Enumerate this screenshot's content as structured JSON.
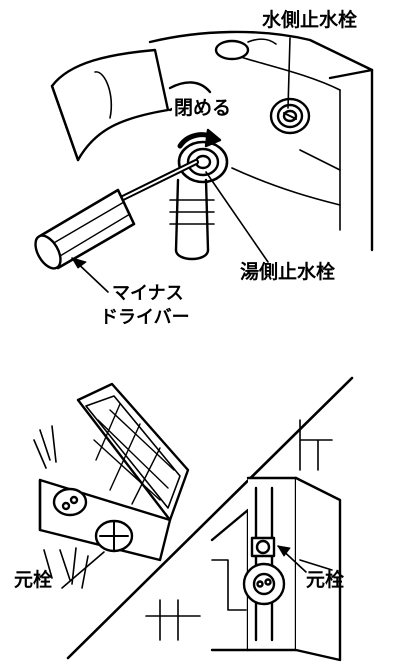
{
  "top_panel": {
    "label_water_valve": "水側止水栓",
    "label_close": "閉める",
    "label_hot_valve": "湯側止水栓",
    "label_screwdriver_line1": "マイナス",
    "label_screwdriver_line2": "ドライバー"
  },
  "bottom_panel": {
    "label_main_valve_box": "元栓",
    "label_main_valve_wall": "元栓"
  }
}
